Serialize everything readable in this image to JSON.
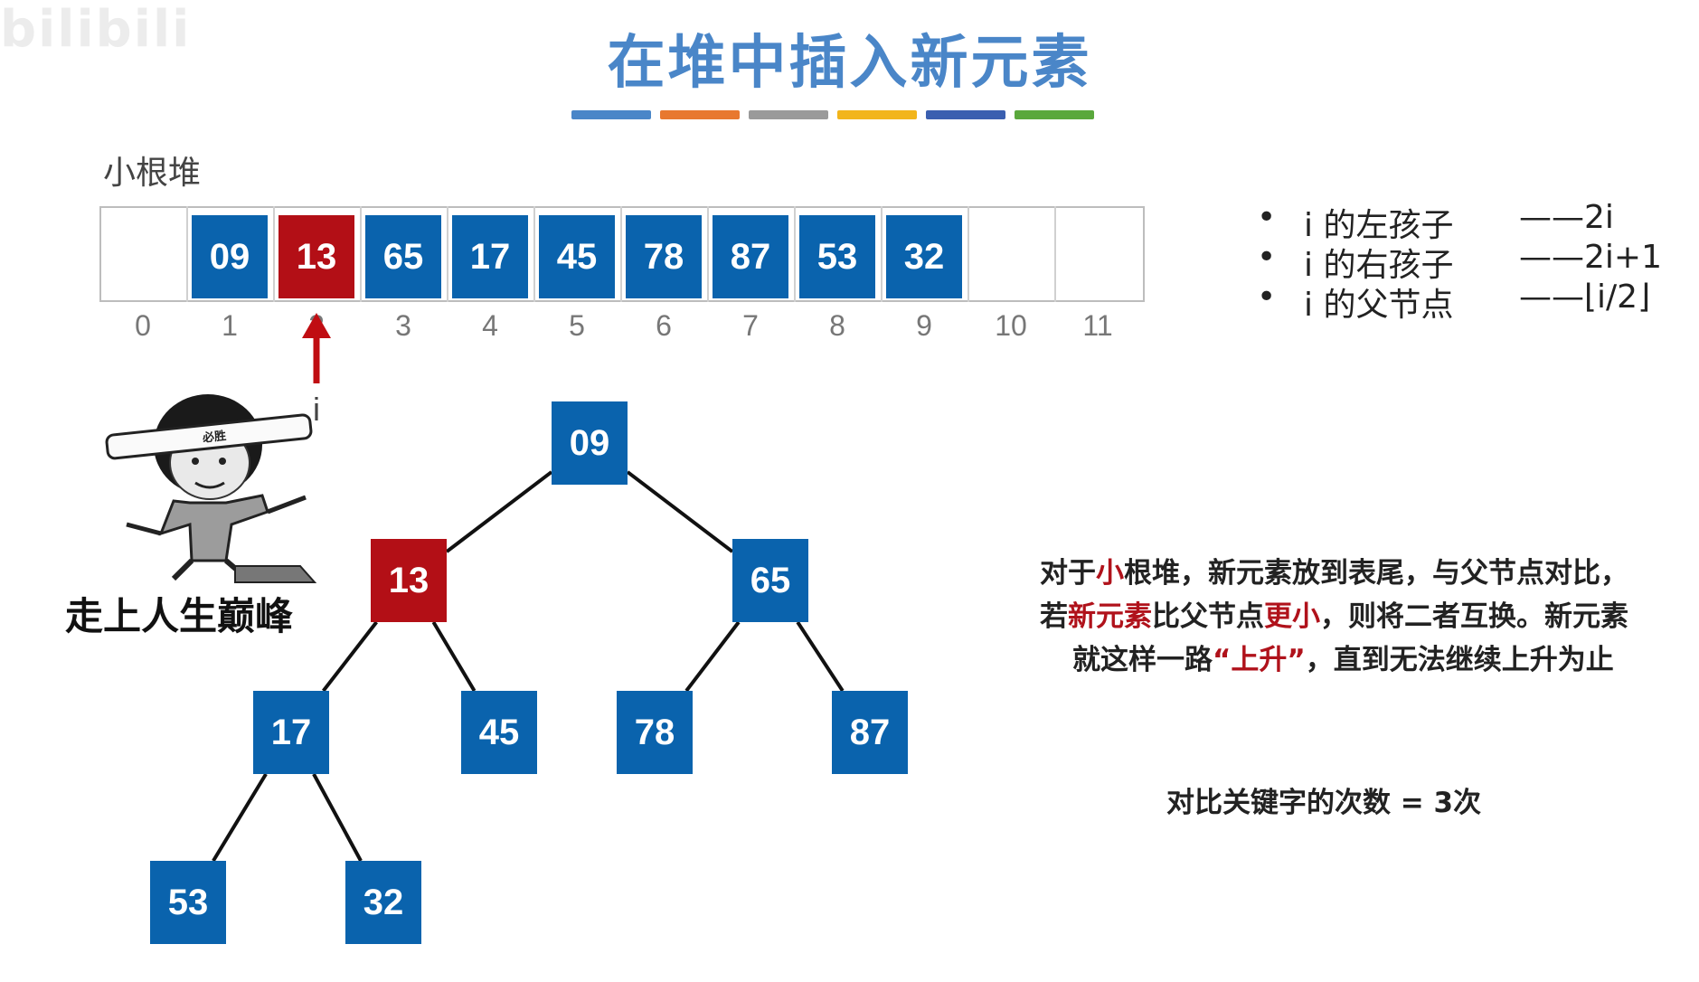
{
  "watermark": "bilibili",
  "title": "在堆中插入新元素",
  "color_bar_colors": [
    "#4a86c8",
    "#e8782f",
    "#9a9a9a",
    "#f2b51b",
    "#3a5fb0",
    "#5aa83c"
  ],
  "heap_type_label": "小根堆",
  "colors": {
    "node": "#0a63ad",
    "highlight": "#b30f16",
    "edge": "#111111"
  },
  "array": {
    "values": [
      "",
      "09",
      "13",
      "65",
      "17",
      "45",
      "78",
      "87",
      "53",
      "32",
      "",
      ""
    ],
    "highlighted_index": 2,
    "indices": [
      "0",
      "1",
      "2",
      "3",
      "4",
      "5",
      "6",
      "7",
      "8",
      "9",
      "10",
      "11"
    ],
    "pointer_label": "i"
  },
  "formulas": [
    {
      "bullet": "•",
      "text": "i 的左孩子",
      "value": "——2i"
    },
    {
      "bullet": "•",
      "text": "i 的右孩子",
      "value": "——2i+1"
    },
    {
      "bullet": "•",
      "text": "i 的父节点",
      "value": "——⌊i/2⌋"
    }
  ],
  "tree": {
    "nodes": [
      {
        "id": 1,
        "value": "09",
        "highlight": false
      },
      {
        "id": 2,
        "value": "13",
        "highlight": true
      },
      {
        "id": 3,
        "value": "65",
        "highlight": false
      },
      {
        "id": 4,
        "value": "17",
        "highlight": false
      },
      {
        "id": 5,
        "value": "45",
        "highlight": false
      },
      {
        "id": 6,
        "value": "78",
        "highlight": false
      },
      {
        "id": 7,
        "value": "87",
        "highlight": false
      },
      {
        "id": 8,
        "value": "53",
        "highlight": false
      },
      {
        "id": 9,
        "value": "32",
        "highlight": false
      }
    ],
    "edges": [
      [
        1,
        2
      ],
      [
        1,
        3
      ],
      [
        2,
        4
      ],
      [
        2,
        5
      ],
      [
        3,
        6
      ],
      [
        3,
        7
      ],
      [
        4,
        8
      ],
      [
        4,
        9
      ]
    ]
  },
  "meme": {
    "caption": "走上人生巅峰",
    "headband_text": "必胜"
  },
  "explanation": {
    "line1": [
      {
        "t": "对于",
        "hl": false
      },
      {
        "t": "小",
        "hl": true
      },
      {
        "t": "根堆，新元素放到表尾，与父节点对比，",
        "hl": false
      }
    ],
    "line2": [
      {
        "t": "若",
        "hl": false
      },
      {
        "t": "新元素",
        "hl": true
      },
      {
        "t": "比父节点",
        "hl": false
      },
      {
        "t": "更小",
        "hl": true
      },
      {
        "t": "，则将二者互换。新元素",
        "hl": false
      }
    ],
    "line3": [
      {
        "t": "就这样一路",
        "hl": false
      },
      {
        "t": "“上升”",
        "hl": true
      },
      {
        "t": "，直到无法继续上升为止",
        "hl": false
      }
    ]
  },
  "comparison_count": "对比关键字的次数 = 3次"
}
